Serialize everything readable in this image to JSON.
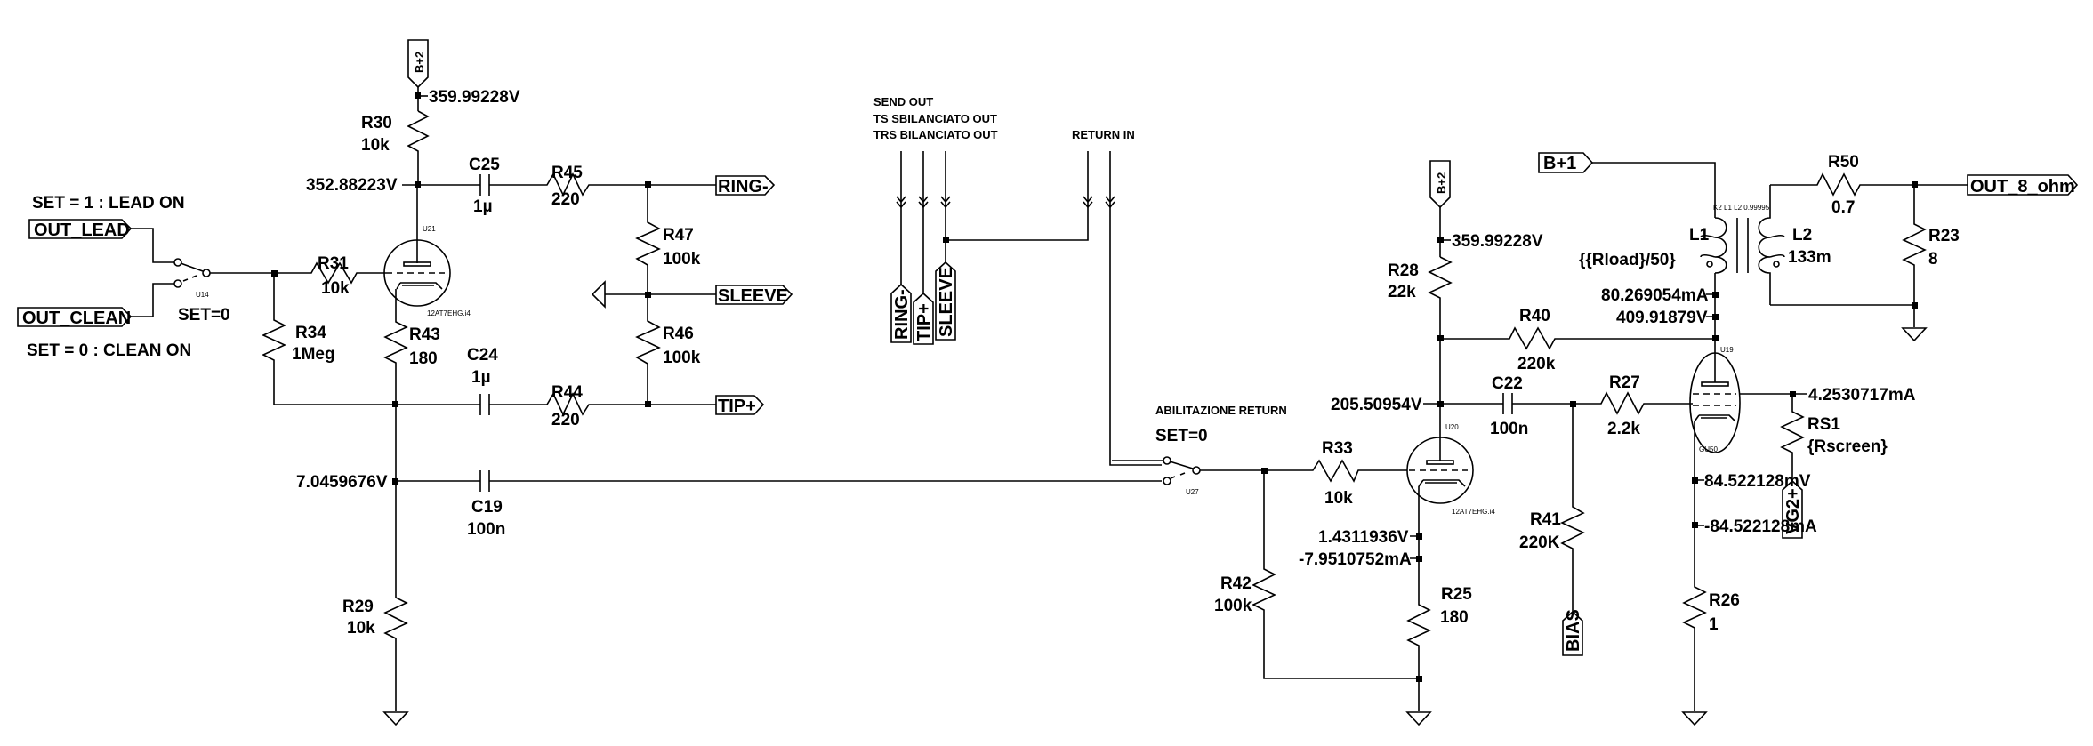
{
  "notes": {
    "lead_on": "SET = 1 : LEAD ON",
    "clean_on": "SET = 0 : CLEAN ON",
    "u14_set": "SET=0",
    "send_out": "SEND OUT",
    "ts_out": "TS SBILANCIATO OUT",
    "trs_out": "TRS BILANCIATO OUT",
    "return_in": "RETURN IN",
    "abilitazione": "ABILITAZIONE RETURN",
    "u27_set": "SET=0",
    "coupling": "K2 L1 L2 0.99995"
  },
  "flags": {
    "bplus2_left": "B+2",
    "bplus2_right": "B+2",
    "bplus1": "B+1",
    "out_lead": "OUT_LEAD",
    "out_clean": "OUT_CLEAN",
    "ring_minus": "RING-",
    "sleeve": "SLEEVE",
    "tip_plus": "TIP+",
    "ring_minus_v": "RING-",
    "tip_plus_v": "TIP+",
    "sleeve_v": "SLEEVE",
    "out_8_ohm": "OUT_8_ohm",
    "bias": "BIAS",
    "vg2": "VG2+"
  },
  "components": {
    "R30": {
      "name": "R30",
      "value": "10k"
    },
    "R31": {
      "name": "R31",
      "value": "10k"
    },
    "R34": {
      "name": "R34",
      "value": "1Meg"
    },
    "R43": {
      "name": "R43",
      "value": "180"
    },
    "R29": {
      "name": "R29",
      "value": "10k"
    },
    "R45": {
      "name": "R45",
      "value": "220"
    },
    "R44": {
      "name": "R44",
      "value": "220"
    },
    "R47": {
      "name": "R47",
      "value": "100k"
    },
    "R46": {
      "name": "R46",
      "value": "100k"
    },
    "C25": {
      "name": "C25",
      "value": "1µ"
    },
    "C24": {
      "name": "C24",
      "value": "1µ"
    },
    "C19": {
      "name": "C19",
      "value": "100n"
    },
    "R33": {
      "name": "R33",
      "value": "10k"
    },
    "R42": {
      "name": "R42",
      "value": "100k"
    },
    "R25": {
      "name": "R25",
      "value": "180"
    },
    "R28": {
      "name": "R28",
      "value": "22k"
    },
    "R40": {
      "name": "R40",
      "value": "220k"
    },
    "C22": {
      "name": "C22",
      "value": "100n"
    },
    "R27": {
      "name": "R27",
      "value": "2.2k"
    },
    "R41": {
      "name": "R41",
      "value": "220K"
    },
    "R26": {
      "name": "R26",
      "value": "1"
    },
    "RS1": {
      "name": "RS1",
      "value": "{Rscreen}"
    },
    "L1": {
      "name": "L1",
      "value": "{{Rload}/50}"
    },
    "L2": {
      "name": "L2",
      "value": "133m"
    },
    "R50": {
      "name": "R50",
      "value": "0.7"
    },
    "R23": {
      "name": "R23",
      "value": "8"
    },
    "U21": {
      "name": "U21",
      "model": "12AT7EHG.i4"
    },
    "U20": {
      "name": "U20",
      "model": "12AT7EHG.i4"
    },
    "U19": {
      "name": "U19",
      "model": "GU50"
    },
    "U14": {
      "name": "U14"
    },
    "U27": {
      "name": "U27"
    }
  },
  "readouts": {
    "v_bplus2_left": "359.99228V",
    "v_u21_plate": "352.88223V",
    "v_u21_cathode": "7.0459676V",
    "v_bplus2_right": "359.99228V",
    "v_u20_plate": "205.50954V",
    "v_u20_cathode": "1.4311936V",
    "i_u20_cathode": "-7.9510752mA",
    "i_l1": "80.269054mA",
    "v_u19_plate": "409.91879V",
    "i_screen": "4.2530717mA",
    "v_u19_cathode": "84.522128mV",
    "i_u19_cathode": "-84.522128mA"
  }
}
